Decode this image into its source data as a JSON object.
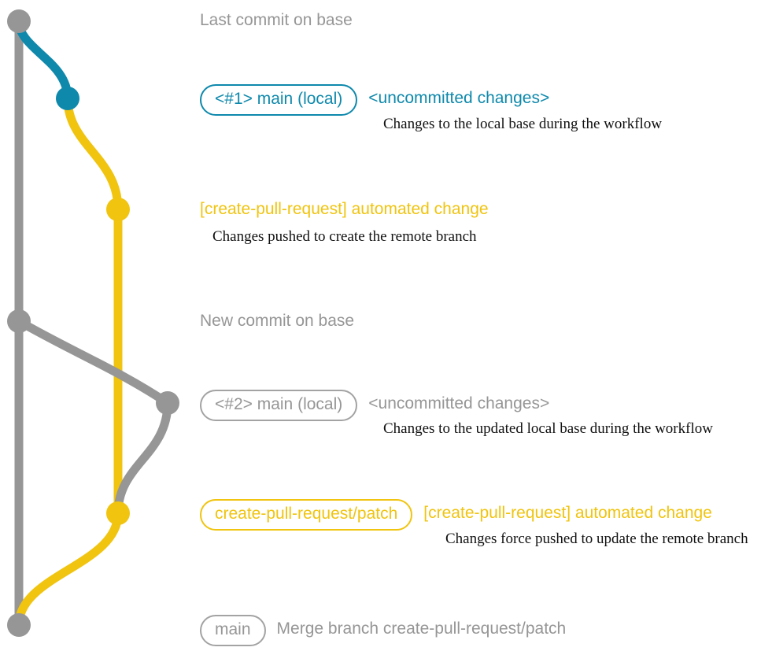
{
  "diagram": {
    "title": "git-graph-create-pull-request",
    "colors": {
      "base_gray": "#969696",
      "local_blue": "#0E89AC",
      "patch_yellow": "#F0C40F",
      "note_text": "#111111",
      "background": "#FFFFFF"
    },
    "lane_labels": [
      "base",
      "local",
      "create-pull-request/patch"
    ]
  },
  "entries": [
    {
      "id": "last-commit-on-base",
      "lane": "base",
      "node_color": "#969696",
      "badge": null,
      "subject": "Last commit on base",
      "subject_color": "#969696",
      "note": null
    },
    {
      "id": "local-1",
      "lane": "local",
      "node_color": "#0E89AC",
      "badge": "<#1> main (local)",
      "badge_color": "#0E89AC",
      "subject": "<uncommitted changes>",
      "subject_color": "#0E89AC",
      "note": "Changes to the local base during the workflow"
    },
    {
      "id": "automated-change-1",
      "lane": "create-pull-request/patch",
      "node_color": "#F0C40F",
      "badge": null,
      "subject": "[create-pull-request] automated change",
      "subject_color": "#F0C40F",
      "note": "Changes pushed to create the remote branch"
    },
    {
      "id": "new-commit-on-base",
      "lane": "base",
      "node_color": "#969696",
      "badge": null,
      "subject": "New commit on base",
      "subject_color": "#969696",
      "note": null
    },
    {
      "id": "local-2",
      "lane": "local",
      "node_color": "#969696",
      "badge": "<#2> main (local)",
      "badge_color": "#969696",
      "subject": "<uncommitted changes>",
      "subject_color": "#969696",
      "note": "Changes to the updated local base during the workflow"
    },
    {
      "id": "automated-change-2",
      "lane": "create-pull-request/patch",
      "node_color": "#F0C40F",
      "badge": "create-pull-request/patch",
      "badge_color": "#F0C40F",
      "subject": "[create-pull-request] automated change",
      "subject_color": "#F0C40F",
      "note": "Changes force pushed to update the remote branch"
    },
    {
      "id": "merge-commit",
      "lane": "base",
      "node_color": "#969696",
      "badge": "main",
      "badge_color": "#969696",
      "subject": "Merge branch create-pull-request/patch",
      "subject_color": "#969696",
      "note": null
    }
  ]
}
